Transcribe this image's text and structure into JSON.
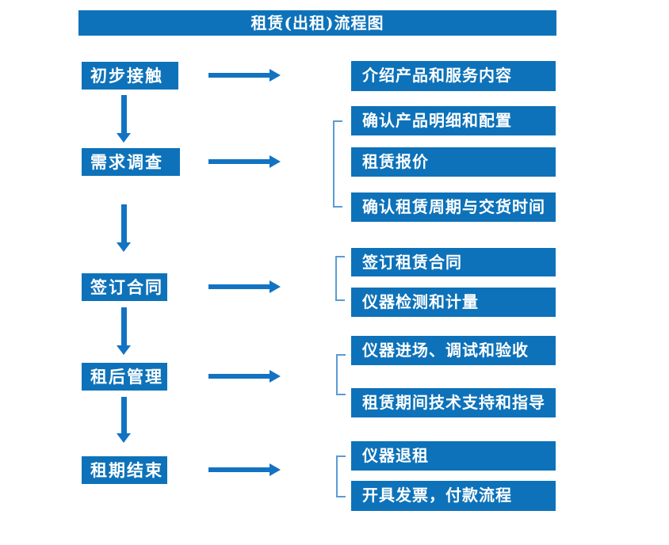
{
  "title": "租赁(出租)流程图",
  "colors": {
    "primary_blue": "#0d72b9",
    "arrow_blue": "#1373c2",
    "bracket_blue": "#5b9bd5",
    "text": "#ffffff",
    "background": "#ffffff"
  },
  "flow": {
    "steps": [
      {
        "label": "初步接触"
      },
      {
        "label": "需求调查"
      },
      {
        "label": "签订合同"
      },
      {
        "label": "租后管理"
      },
      {
        "label": "租期结束"
      }
    ],
    "details": [
      {
        "label": "介绍产品和服务内容"
      },
      {
        "label": "确认产品明细和配置"
      },
      {
        "label": "租赁报价"
      },
      {
        "label": "确认租赁周期与交货时间"
      },
      {
        "label": "签订租赁合同"
      },
      {
        "label": "仪器检测和计量"
      },
      {
        "label": "仪器进场、调试和验收"
      },
      {
        "label": "租赁期间技术支持和指导"
      },
      {
        "label": "仪器退租"
      },
      {
        "label": "开具发票，付款流程"
      }
    ]
  }
}
